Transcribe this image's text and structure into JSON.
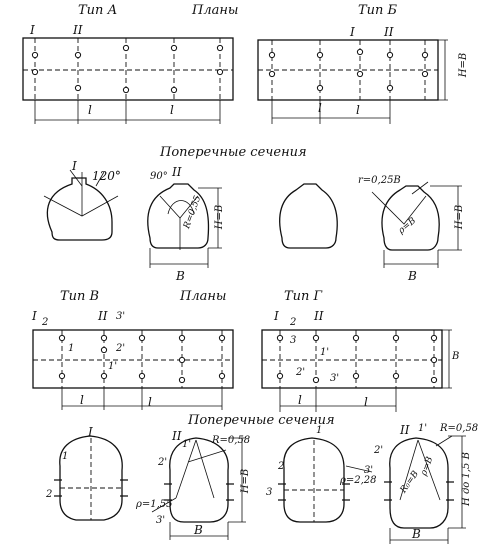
{
  "top": {
    "type_a": "Тип А",
    "plans": "Планы",
    "type_b": "Тип Б",
    "marks": {
      "i": "I",
      "ii": "II"
    },
    "dim_l": "l",
    "dim_hb": "H=B"
  },
  "sections_top": {
    "title": "Поперечные сечения",
    "angle_120": "120°",
    "angle_90": "90°",
    "r_055": "R=0,55",
    "r_025": "r=0,25B",
    "rho_b": "ρ=B",
    "dim_b": "B",
    "dim_hb": "H=B",
    "marks": {
      "i": "I",
      "ii": "II"
    }
  },
  "bottom": {
    "type_v": "Тип В",
    "plans": "Планы",
    "type_g": "Тип Г",
    "marks": {
      "i": "I",
      "ii": "II",
      "one": "1",
      "two": "2",
      "three": "3",
      "one_p": "1'",
      "two_p": "2'",
      "three_p": "3'"
    },
    "dim_l": "l",
    "dim_b": "B"
  },
  "sections_bottom": {
    "title": "Поперечные сечения",
    "r_058_left": "R=0,58",
    "r_058_right": "R=0,58",
    "rho_155": "ρ=1,55",
    "rho_228": "ρ=2,28",
    "rho_b": "ρ=B",
    "r0_b": "R₀=B",
    "dim_b": "B",
    "dim_hb": "H=B",
    "dim_h_range": "H до 1,5 B",
    "marks": {
      "i": "I",
      "ii": "II",
      "one": "1",
      "two": "2",
      "three": "3",
      "one_p": "1'",
      "two_p": "2'",
      "three_p": "3'"
    }
  }
}
